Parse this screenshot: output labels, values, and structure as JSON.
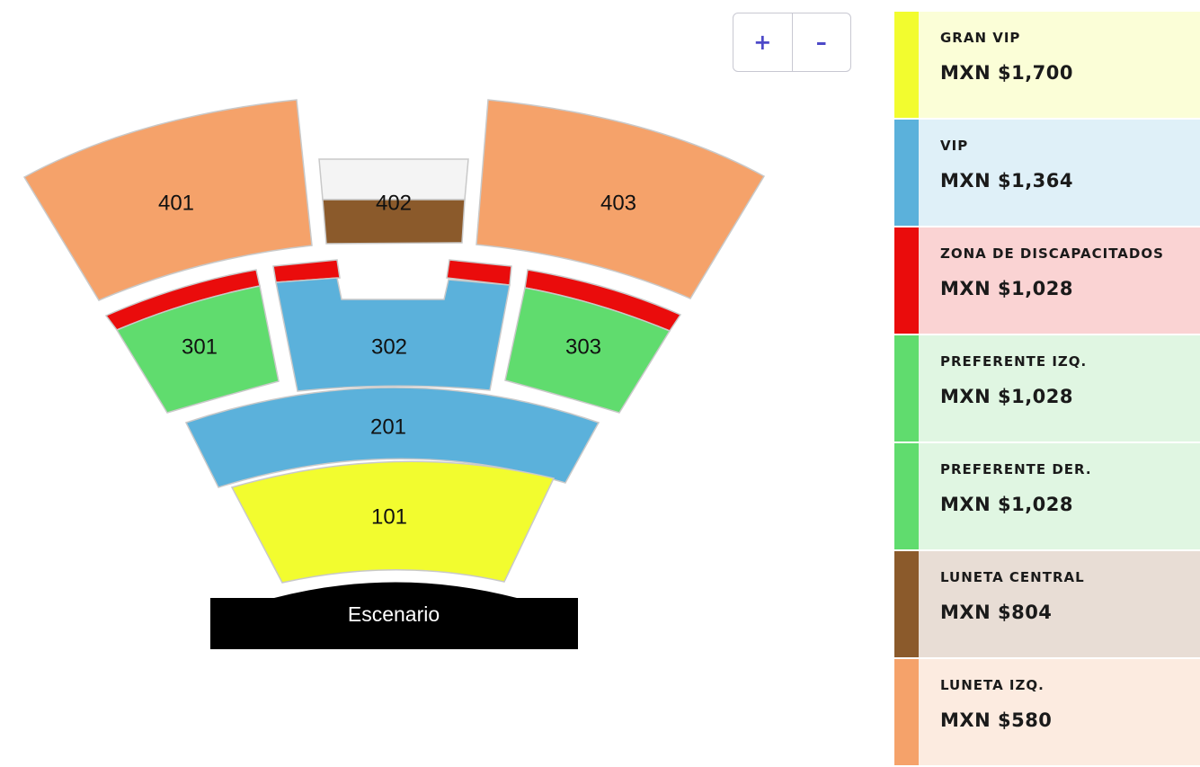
{
  "zoom": {
    "in_label": "+",
    "out_label": "–"
  },
  "stage": {
    "label": "Escenario"
  },
  "sections": {
    "s401": "401",
    "s402": "402",
    "s403": "403",
    "s301": "301",
    "s302": "302",
    "s303": "303",
    "s201": "201",
    "s101": "101"
  },
  "colors": {
    "gran_vip": "#f2fc2f",
    "vip": "#5bb1db",
    "discapacitados": "#ea0c0c",
    "preferente": "#60dc6e",
    "luneta_central": "#8b5a2b",
    "luneta_izq": "#f5a26a",
    "unavailable": "#f4f4f4",
    "stage": "#000000"
  },
  "legend": [
    {
      "name": "GRAN VIP",
      "price": "MXN $1,700",
      "color": "#f2fc2f",
      "bg": "#fbfed7"
    },
    {
      "name": "VIP",
      "price": "MXN $1,364",
      "color": "#5bb1db",
      "bg": "#dff0f8"
    },
    {
      "name": "ZONA DE DISCAPACITADOS",
      "price": "MXN $1,028",
      "color": "#ea0c0c",
      "bg": "#fad3d3"
    },
    {
      "name": "PREFERENTE IZQ.",
      "price": "MXN $1,028",
      "color": "#60dc6e",
      "bg": "#e0f6e2"
    },
    {
      "name": "PREFERENTE DER.",
      "price": "MXN $1,028",
      "color": "#60dc6e",
      "bg": "#e0f6e2"
    },
    {
      "name": "LUNETA CENTRAL",
      "price": "MXN $804",
      "color": "#8b5a2b",
      "bg": "#e8ddd5"
    },
    {
      "name": "LUNETA IZQ.",
      "price": "MXN $580",
      "color": "#f5a26a",
      "bg": "#fcebe0"
    }
  ]
}
